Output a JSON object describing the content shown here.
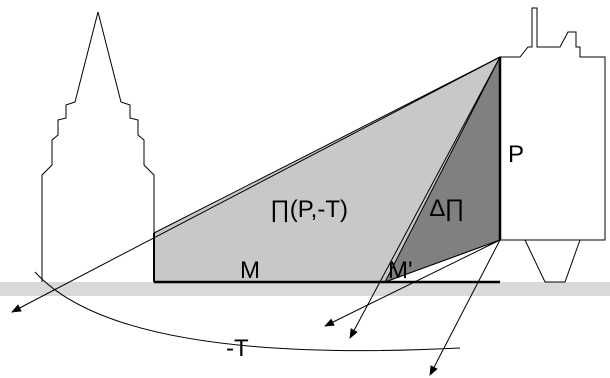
{
  "labels": {
    "pi_region": "∏(P,-T)",
    "delta_pi": "∆∏",
    "point_p": "P",
    "segment_m": "M",
    "segment_m_prime": "M'",
    "arc_t": "-T"
  },
  "colors": {
    "ground": "#d9d9d9",
    "light_shadow": "#c8c8c8",
    "dark_shadow": "#808080",
    "stroke": "#000000"
  }
}
